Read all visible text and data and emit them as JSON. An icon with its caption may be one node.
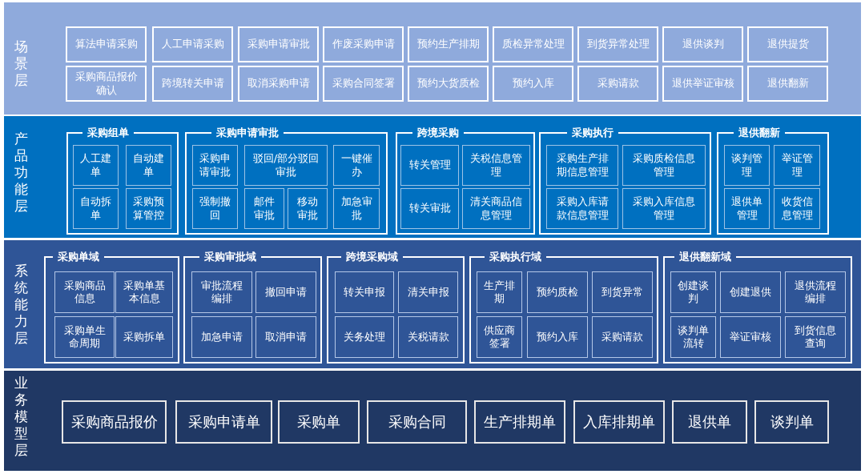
{
  "diagram": {
    "nodes": [
      {
        "text": [
          "场景层"
        ]
      },
      {
        "text": [
          "算法申请采购"
        ],
        "in": 0
      },
      {
        "text": [
          "人工申请采购"
        ],
        "in": 0
      },
      {
        "text": [
          "采购申请审批"
        ],
        "in": 0
      },
      {
        "text": [
          "作废采购申请"
        ],
        "in": 0
      },
      {
        "text": [
          "预约生产排期"
        ],
        "in": 0
      },
      {
        "text": [
          "质检异常处理"
        ],
        "in": 0
      },
      {
        "text": [
          "到货异常处理"
        ],
        "in": 0
      },
      {
        "text": [
          "退供谈判"
        ],
        "in": 0
      },
      {
        "text": [
          "退供提货"
        ],
        "in": 0
      },
      {
        "text": [
          "采购商品报价确认"
        ],
        "in": 0
      },
      {
        "text": [
          "跨境转关申请"
        ],
        "in": 0
      },
      {
        "text": [
          "取消采购申请"
        ],
        "in": 0
      },
      {
        "text": [
          "采购合同签署"
        ],
        "in": 0
      },
      {
        "text": [
          "预约大货质检"
        ],
        "in": 0
      },
      {
        "text": [
          "预约入库"
        ],
        "in": 0
      },
      {
        "text": [
          "采购请款"
        ],
        "in": 0
      },
      {
        "text": [
          "退供举证审核"
        ],
        "in": 0
      },
      {
        "text": [
          "退供翻新"
        ],
        "in": 0
      },
      {
        "text": [
          "产品功能层"
        ]
      },
      {
        "text": [
          "采购组单"
        ],
        "in": 19
      },
      {
        "text": [
          "人工建单"
        ],
        "in": 20
      },
      {
        "text": [
          "自动建单"
        ],
        "in": 20
      },
      {
        "text": [
          "自动拆单"
        ],
        "in": 20
      },
      {
        "text": [
          "采购预算管控"
        ],
        "in": 20
      },
      {
        "text": [
          "采购申请审批"
        ],
        "in": 19
      },
      {
        "text": [
          "采购申请审批"
        ],
        "in": 25
      },
      {
        "text": [
          "驳回/部分驳回审批"
        ],
        "in": 25
      },
      {
        "text": [
          "一键催办"
        ],
        "in": 25
      },
      {
        "text": [
          "强制撤回"
        ],
        "in": 25
      },
      {
        "text": [
          "邮件审批"
        ],
        "in": 25
      },
      {
        "text": [
          "移动审批"
        ],
        "in": 25
      },
      {
        "text": [
          "加急审批"
        ],
        "in": 25
      },
      {
        "text": [
          "跨境采购"
        ],
        "in": 19
      },
      {
        "text": [
          "转关管理"
        ],
        "in": 33
      },
      {
        "text": [
          "关税信息管理"
        ],
        "in": 33
      },
      {
        "text": [
          "转关审批"
        ],
        "in": 33
      },
      {
        "text": [
          "清关商品信息管理"
        ],
        "in": 33
      },
      {
        "text": [
          "采购执行"
        ],
        "in": 19
      },
      {
        "text": [
          "采购生产排期信息管理"
        ],
        "in": 38
      },
      {
        "text": [
          "采购质检信息管理"
        ],
        "in": 38
      },
      {
        "text": [
          "采购入库请款信息管理"
        ],
        "in": 38
      },
      {
        "text": [
          "采购入库信息管理"
        ],
        "in": 38
      },
      {
        "text": [
          "退供翻新"
        ],
        "in": 19
      },
      {
        "text": [
          "谈判管理"
        ],
        "in": 43
      },
      {
        "text": [
          "举证管理"
        ],
        "in": 43
      },
      {
        "text": [
          "退供单管理"
        ],
        "in": 43
      },
      {
        "text": [
          "收货信息管理"
        ],
        "in": 43
      },
      {
        "text": [
          "系统能力层"
        ]
      },
      {
        "text": [
          "采购单域"
        ],
        "in": 48
      },
      {
        "text": [
          "采购商品信息"
        ],
        "in": 49
      },
      {
        "text": [
          "采购单基本信息"
        ],
        "in": 49
      },
      {
        "text": [
          "采购单生命周期"
        ],
        "in": 49
      },
      {
        "text": [
          "采购拆单"
        ],
        "in": 49
      },
      {
        "text": [
          "采购审批域"
        ],
        "in": 48
      },
      {
        "text": [
          "审批流程编排"
        ],
        "in": 54
      },
      {
        "text": [
          "撤回申请"
        ],
        "in": 54
      },
      {
        "text": [
          "加急申请"
        ],
        "in": 54
      },
      {
        "text": [
          "取消申请"
        ],
        "in": 54
      },
      {
        "text": [
          "跨境采购域"
        ],
        "in": 48
      },
      {
        "text": [
          "转关申报"
        ],
        "in": 59
      },
      {
        "text": [
          "清关申报"
        ],
        "in": 59
      },
      {
        "text": [
          "关务处理"
        ],
        "in": 59
      },
      {
        "text": [
          "关税请款"
        ],
        "in": 59
      },
      {
        "text": [
          "采购执行域"
        ],
        "in": 48
      },
      {
        "text": [
          "生产排期"
        ],
        "in": 64
      },
      {
        "text": [
          "预约质检"
        ],
        "in": 64
      },
      {
        "text": [
          "到货异常"
        ],
        "in": 64
      },
      {
        "text": [
          "供应商签署"
        ],
        "in": 64
      },
      {
        "text": [
          "预约入库"
        ],
        "in": 64
      },
      {
        "text": [
          "采购请款"
        ],
        "in": 64
      },
      {
        "text": [
          "退供翻新域"
        ],
        "in": 48
      },
      {
        "text": [
          "创建谈判"
        ],
        "in": 71
      },
      {
        "text": [
          "创建退供"
        ],
        "in": 71
      },
      {
        "text": [
          "退供流程编排"
        ],
        "in": 71
      },
      {
        "text": [
          "谈判单流转"
        ],
        "in": 71
      },
      {
        "text": [
          "举证审核"
        ],
        "in": 71
      },
      {
        "text": [
          "到货信息查询"
        ],
        "in": 71
      },
      {
        "text": [
          "业务模型层"
        ]
      },
      {
        "text": [
          "采购商品报价"
        ],
        "in": 78
      },
      {
        "text": [
          "采购申请单"
        ],
        "in": 78
      },
      {
        "text": [
          "采购单"
        ],
        "in": 78
      },
      {
        "text": [
          "采购合同"
        ],
        "in": 78
      },
      {
        "text": [
          "生产排期单"
        ],
        "in": 78
      },
      {
        "text": [
          "入库排期单"
        ],
        "in": 78
      },
      {
        "text": [
          "退供单"
        ],
        "in": 78
      },
      {
        "text": [
          "谈判单"
        ],
        "in": 78
      }
    ]
  }
}
